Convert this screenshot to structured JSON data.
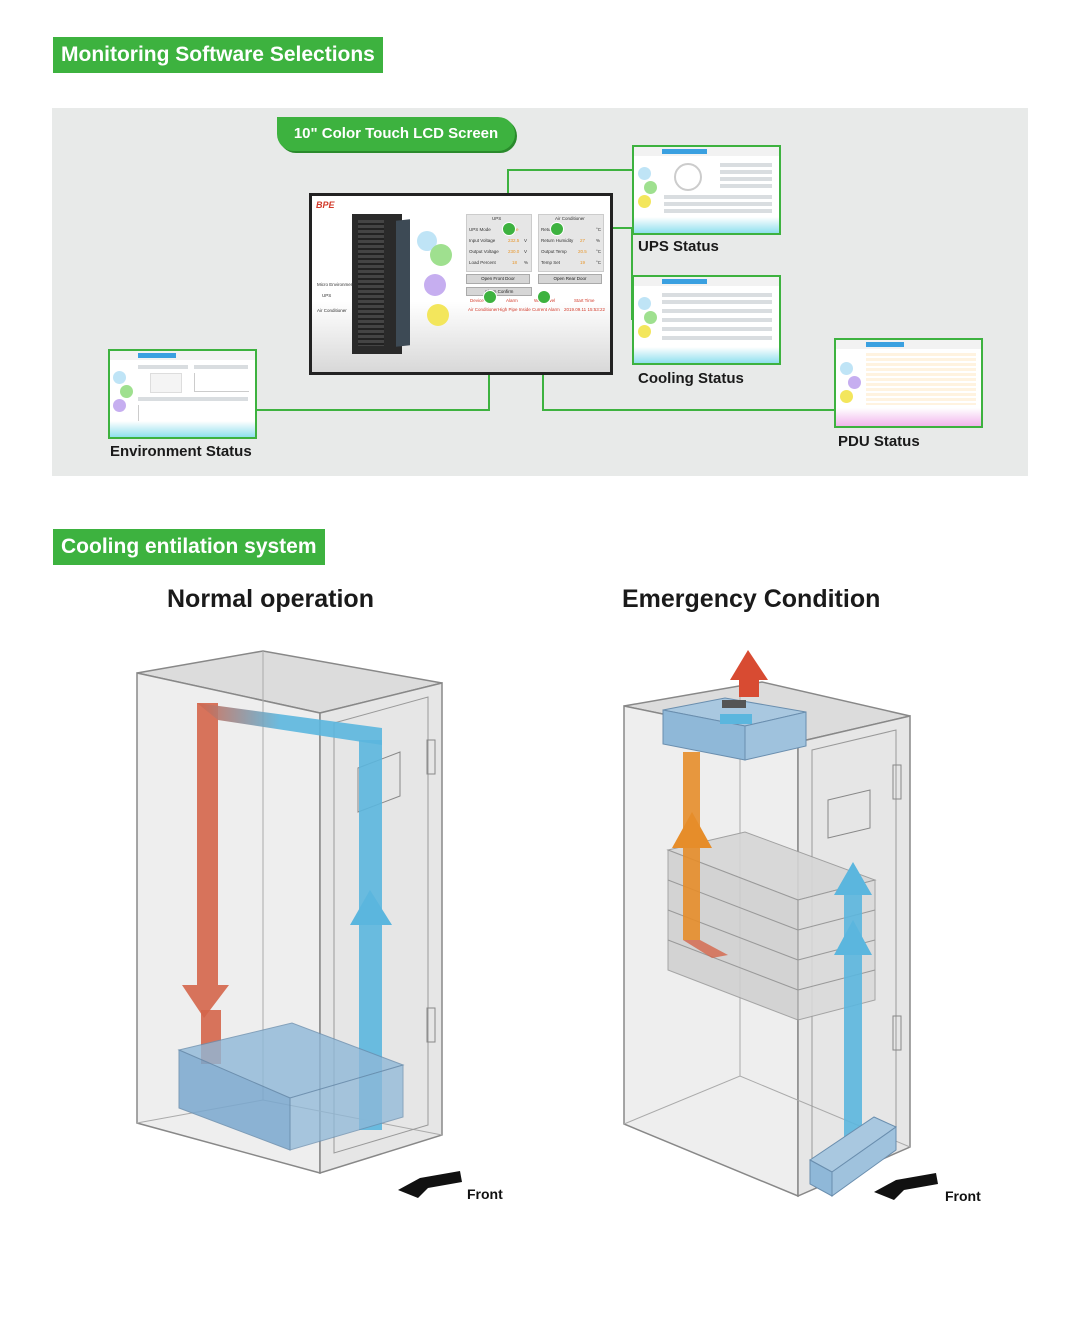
{
  "sections": {
    "monitoring_title": "Monitoring Software Selections",
    "cooling_title": "Cooling entilation system"
  },
  "lcd_label": "10\" Color Touch LCD Screen",
  "captions": {
    "ups": "UPS Status",
    "cooling": "Cooling Status",
    "pdu": "PDU Status",
    "environment": "Environment Status"
  },
  "lcd": {
    "logo": "BPE",
    "ups_header": "UPS",
    "ac_header": "Air Conditioner",
    "ups_rows": [
      {
        "label": "UPS Mode",
        "value": "Line",
        "unit": ""
      },
      {
        "label": "Input Voltage",
        "value": "232.5",
        "unit": "V"
      },
      {
        "label": "Output Voltage",
        "value": "230.0",
        "unit": "V"
      },
      {
        "label": "Load Percent",
        "value": "18",
        "unit": "%"
      }
    ],
    "ac_rows": [
      {
        "label": "Return",
        "value": "",
        "unit": "°C"
      },
      {
        "label": "Return Humidity",
        "value": "27",
        "unit": "%"
      },
      {
        "label": "Output Temp",
        "value": "20.5",
        "unit": "°C"
      },
      {
        "label": "Temp Set",
        "value": "19",
        "unit": "°C"
      }
    ],
    "open_front": "Open Front Door",
    "open_rear": "Open Rear Door",
    "alarm_confirm": "Alarm Confirm",
    "alarm_cols": [
      "Device",
      "Alarm",
      "Warn level",
      "Start Time"
    ],
    "alarm_row": [
      "Air Conditioner",
      "High Pipe Inside",
      "Current Alarm",
      "2019.09.11 15:53:22"
    ],
    "side_labels": [
      "Micro Environment",
      "UPS",
      "Air Conditioner"
    ]
  },
  "diagrams": {
    "normal_title": "Normal operation",
    "emergency_title": "Emergency Condition",
    "front_label": "Front"
  },
  "colors": {
    "green": "#3db23f",
    "hot_air": "#d4654a",
    "cold_air": "#5bb6de",
    "exhaust": "#d84b32",
    "emergency_air": "#e68d2a"
  }
}
